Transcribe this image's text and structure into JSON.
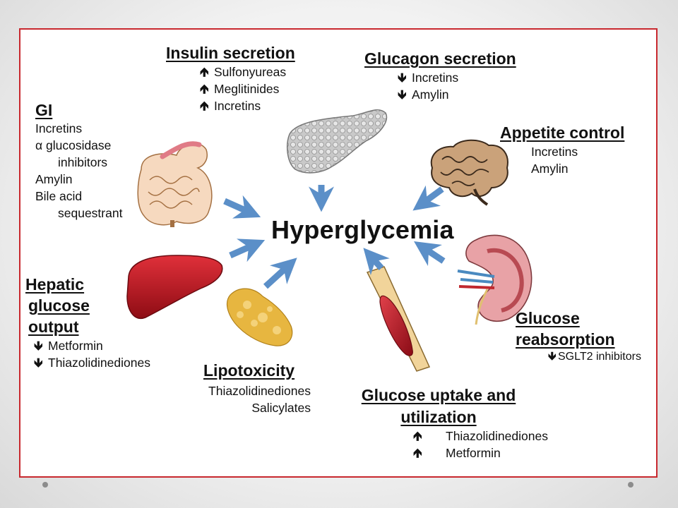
{
  "center_label": "Hyperglycemia",
  "colors": {
    "frame": "#c8282e",
    "arrow": "#5b8fc8",
    "liver": "#b4121c",
    "muscle": "#c0202a",
    "fat": "#e7b640"
  },
  "icons": {
    "up": "up-arrow-icon",
    "down": "down-arrow-icon"
  },
  "insulin": {
    "title": "Insulin secretion",
    "items": [
      "Sulfonyureas",
      "Meglitinides",
      "Incretins"
    ],
    "direction": "up"
  },
  "glucagon": {
    "title": "Glucagon secretion",
    "items": [
      "Incretins",
      "Amylin"
    ],
    "direction": "down"
  },
  "gi": {
    "title": "GI",
    "lines": [
      "Incretins",
      "α glucosidase",
      "inhibitors",
      "Amylin",
      "Bile acid",
      "sequestrant"
    ]
  },
  "appetite": {
    "title": "Appetite control",
    "items": [
      "Incretins",
      "Amylin"
    ]
  },
  "hepatic": {
    "title_lines": [
      "Hepatic",
      "glucose",
      "output"
    ],
    "items": [
      "Metformin",
      "Thiazolidinediones"
    ],
    "direction": "down"
  },
  "lipotoxicity": {
    "title": "Lipotoxicity",
    "items": [
      "Thiazolidinediones",
      "Salicylates"
    ]
  },
  "uptake": {
    "title_lines": [
      "Glucose uptake and",
      "utilization"
    ],
    "items": [
      "Thiazolidinediones",
      "Metformin"
    ],
    "direction": "up"
  },
  "reabsorption": {
    "title_lines": [
      "Glucose",
      "reabsorption"
    ],
    "item": "SGLT2 inhibitors",
    "direction": "down"
  },
  "arrow_glyphs": {
    "up": "🡹",
    "down": "🡻"
  }
}
